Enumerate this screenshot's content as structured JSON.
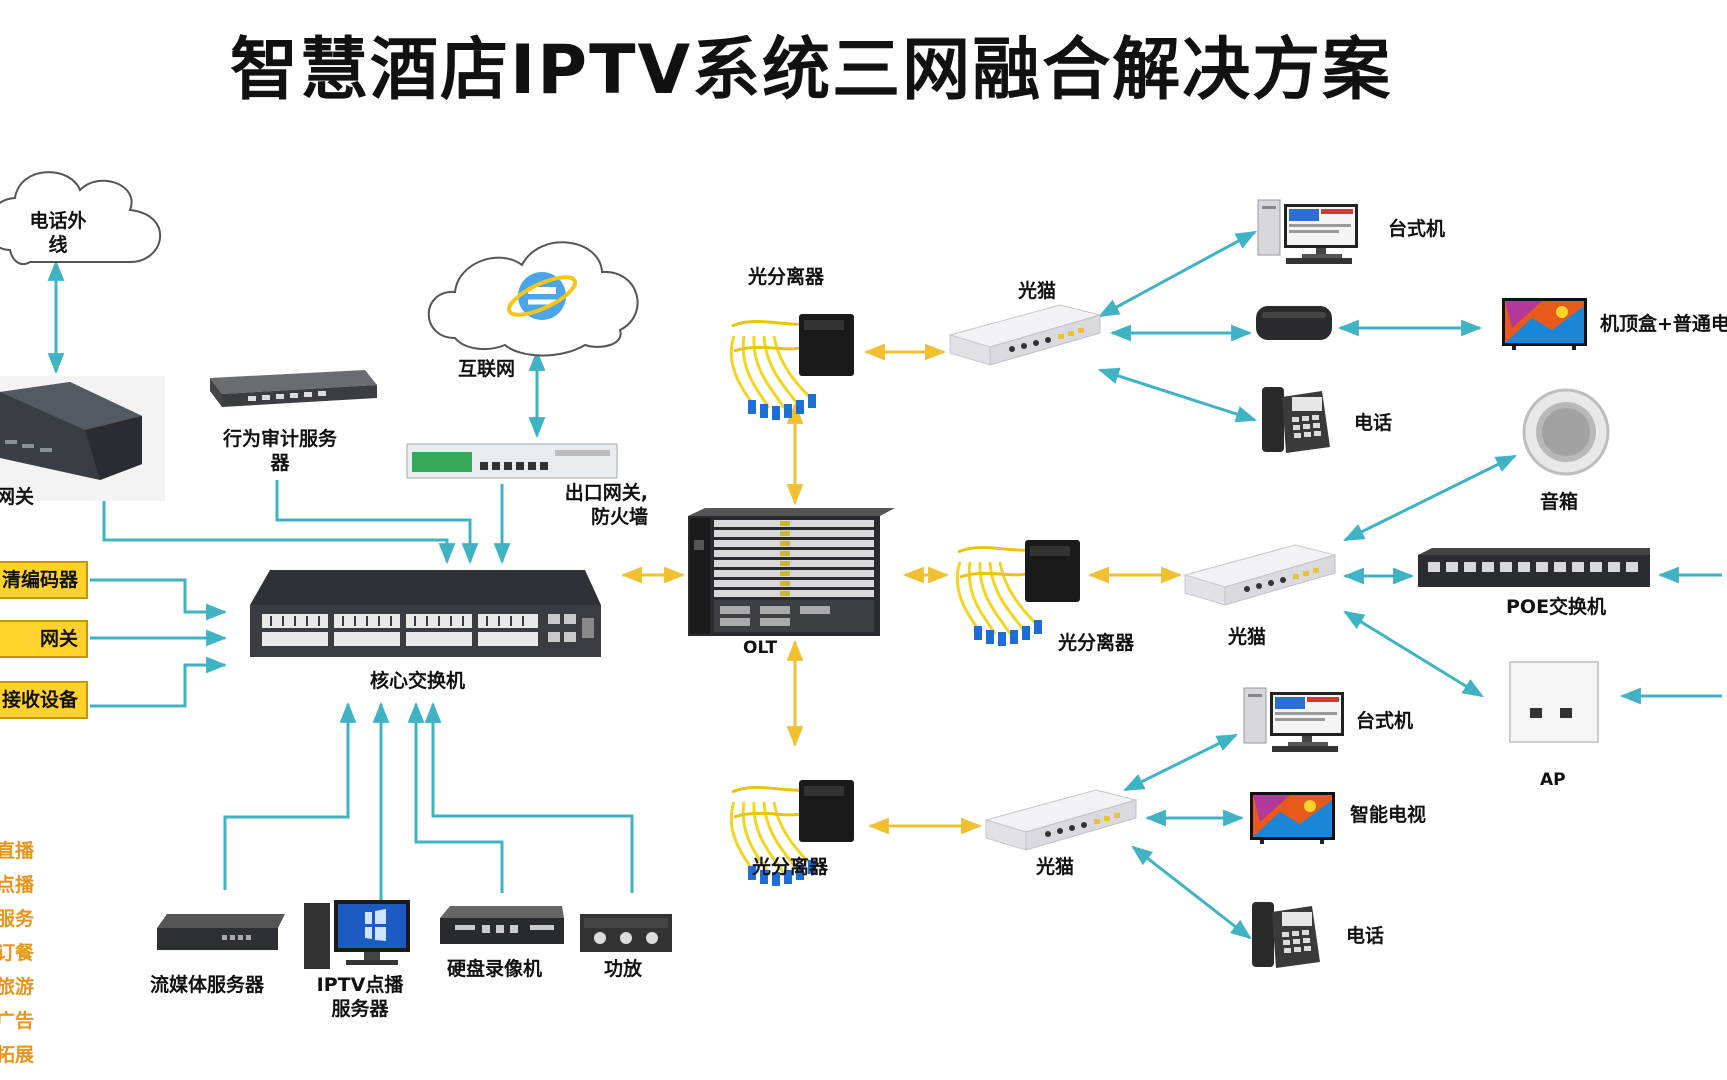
{
  "title": "智慧酒店IPTV系统三网融合解决方案",
  "colors": {
    "link": "#3fb3c4",
    "optical": "#f0c030",
    "yellow_box": "#ffd22c",
    "service_text": "#e8951e"
  },
  "labels": {
    "phone_line": "电话外\n线",
    "gateway": "网关",
    "audit_server": "行为审计服务\n器",
    "internet": "互联网",
    "exit_gateway": "出口网关,\n防火墙",
    "core_switch": "核心交换机",
    "olt": "OLT",
    "splitter_top": "光分离器",
    "splitter_mid": "光分离器",
    "splitter_bottom": "光分离器",
    "onu_top": "光猫",
    "onu_mid": "光猫",
    "onu_bottom": "光猫",
    "desktop_top": "台式机",
    "stb_tv": "机顶盒+普通电视",
    "phone_top": "电话",
    "speaker": "音箱",
    "poe_switch": "POE交换机",
    "ap": "AP",
    "desktop_bottom": "台式机",
    "smart_tv": "智能电视",
    "phone_bottom": "电话",
    "stream_server": "流媒体服务器",
    "iptv_server": "IPTV点播\n服务器",
    "nvr": "硬盘录像机",
    "amplifier": "功放"
  },
  "left_boxes": [
    "清编码器",
    "网关",
    "接收设备"
  ],
  "service_list": [
    "直播",
    "点播",
    "服务",
    "订餐",
    "旅游",
    "广告",
    "拓展"
  ],
  "icons": [
    "cloud-icon",
    "ie-logo-icon",
    "router-icon",
    "server-icon",
    "switch-icon",
    "olt-chassis-icon",
    "splitter-icon",
    "onu-icon",
    "desktop-icon",
    "set-top-box-icon",
    "tv-icon",
    "ip-phone-icon",
    "speaker-icon",
    "poe-switch-icon",
    "ap-icon",
    "nvr-icon",
    "amplifier-icon"
  ]
}
